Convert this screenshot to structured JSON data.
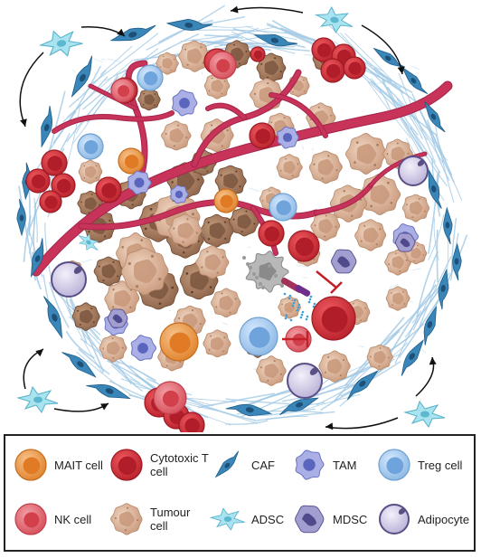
{
  "legend": {
    "items": [
      {
        "key": "mait",
        "label": "MAIT cell"
      },
      {
        "key": "ctl",
        "label": "Cytotoxic T cell"
      },
      {
        "key": "caf",
        "label": "CAF"
      },
      {
        "key": "tam",
        "label": "TAM"
      },
      {
        "key": "treg",
        "label": "Treg cell"
      },
      {
        "key": "nk",
        "label": "NK cell"
      },
      {
        "key": "tumour",
        "label": "Tumour cell"
      },
      {
        "key": "adsc",
        "label": "ADSC"
      },
      {
        "key": "mdsc",
        "label": "MDSC"
      },
      {
        "key": "adipocyte",
        "label": "Adipocyte"
      }
    ]
  },
  "colors": {
    "mait": "#e8913a",
    "cytotoxic_t": "#d8333d",
    "nk": "#e06570",
    "caf": "#3a86b8",
    "adsc": "#8fd3e2",
    "tam": "#7a84cc",
    "mdsc": "#6d6aa8",
    "treg": "#8cbce8",
    "tumour": "#d9b39b",
    "adipocyte": "#cfc8e4",
    "vessel": "#c8335a",
    "fibre": "#9cc6e3"
  }
}
